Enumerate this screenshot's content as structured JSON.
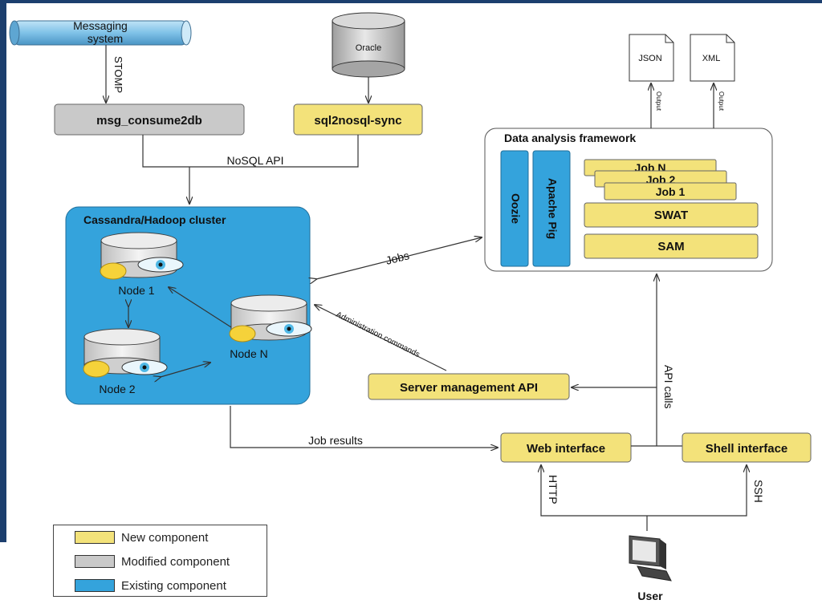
{
  "messaging": "Messaging system",
  "messaging_line1": "Messaging",
  "messaging_line2": "system",
  "stomp": "STOMP",
  "oracle": "Oracle",
  "msg_consume2db": "msg_consume2db",
  "sql2nosql": "sql2nosql-sync",
  "nosql_api": "NoSQL API",
  "cluster_title": "Cassandra/Hadoop cluster",
  "node1": "Node 1",
  "node2": "Node 2",
  "nodeN": "Node N",
  "jobs": "Jobs",
  "admin_commands": "Administration commands",
  "server_mgmt": "Server management API",
  "daf_title": "Data analysis framework",
  "oozie": "Oozie",
  "pig": "Apache Pig",
  "job_n": "Job N",
  "job_2": "Job 2",
  "job_1": "Job 1",
  "swat": "SWAT",
  "sam": "SAM",
  "json": "JSON",
  "xml": "XML",
  "output": "Output",
  "api_calls": "API calls",
  "job_results": "Job results",
  "web_interface": "Web interface",
  "shell_interface": "Shell interface",
  "http": "HTTP",
  "ssh": "SSH",
  "user": "User",
  "legend": [
    {
      "label": "New component",
      "color": "#f3e27a"
    },
    {
      "label": "Modified component",
      "color": "#c9c9c9"
    },
    {
      "label": "Existing component",
      "color": "#34a3dc"
    }
  ],
  "colors": {
    "new": "#f3e27a",
    "modified": "#c9c9c9",
    "existing": "#34a3dc"
  }
}
